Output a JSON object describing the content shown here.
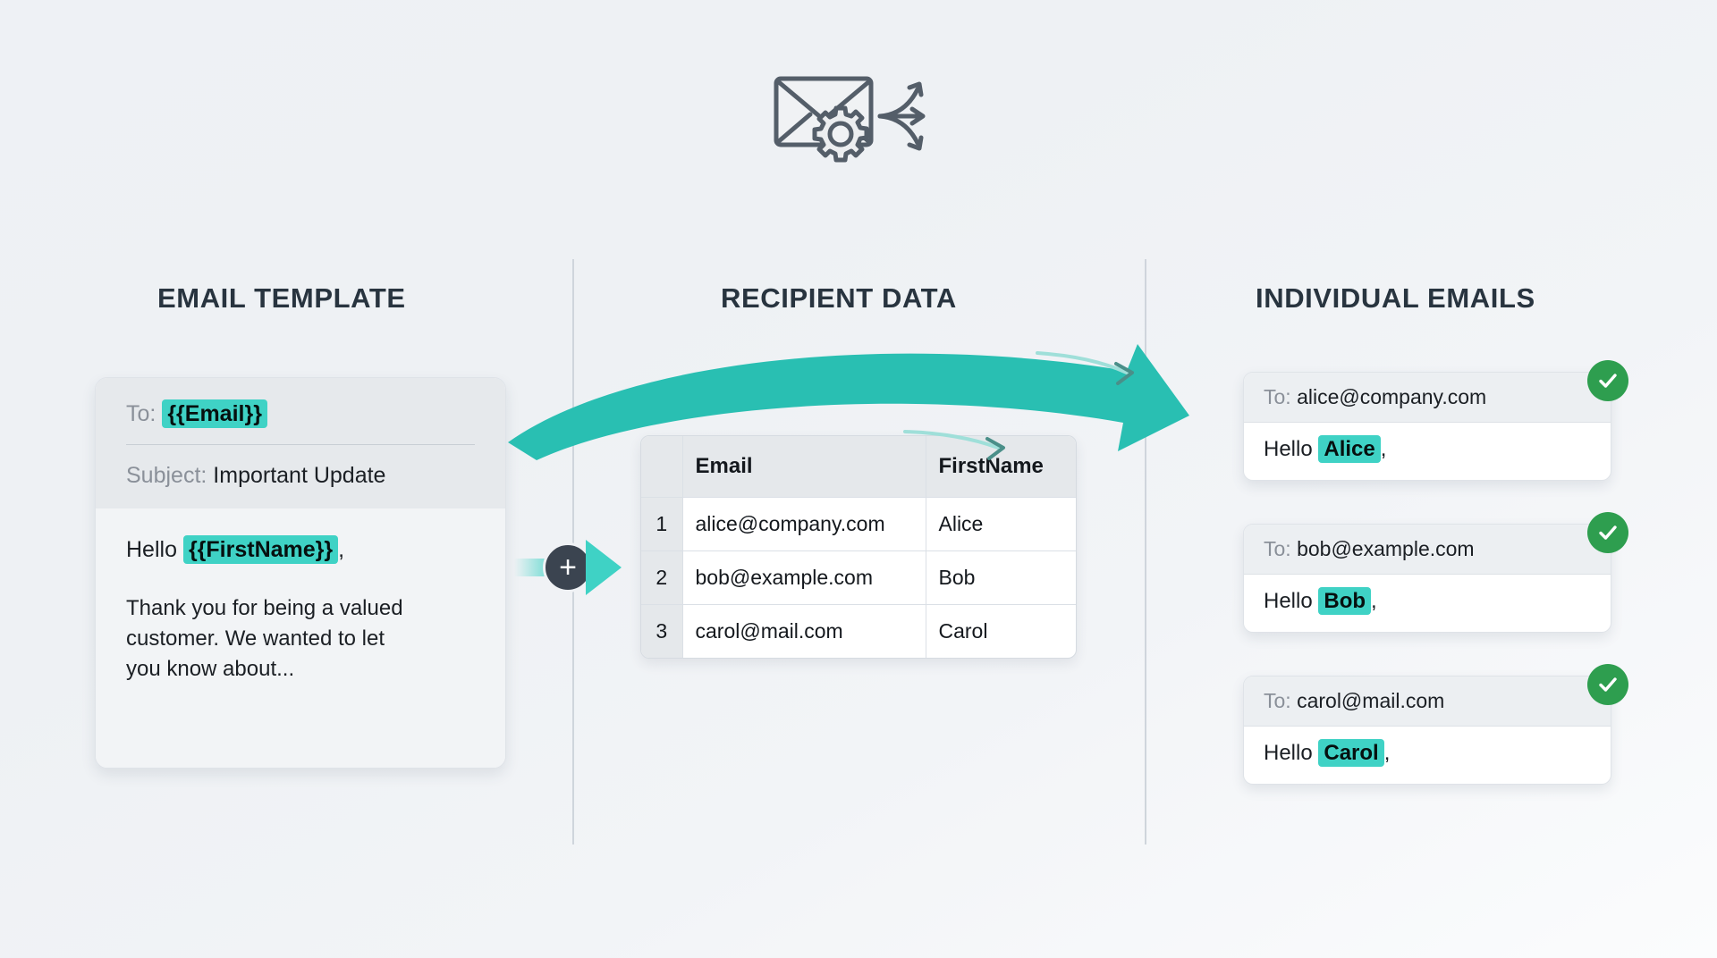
{
  "hero": {
    "icon_name": "envelope-gear-distribute-icon",
    "accent_color": "#3fd2c5",
    "ink_color": "#4a5560"
  },
  "columns": {
    "template_title": "EMAIL TEMPLATE",
    "recipient_title": "RECIPIENT DATA",
    "emails_title": "INDIVIDUAL EMAILS"
  },
  "template_card": {
    "to_label": "To:",
    "to_token": "{{Email}}",
    "subject_label": "Subject:",
    "subject_value": "Important Update",
    "greeting_prefix": "Hello",
    "greeting_token": "{{FirstName}}",
    "greeting_suffix": ",",
    "body_paragraph": "Thank you for being a valued customer. We wanted to let you know about..."
  },
  "merge_node": {
    "plus_label": "+",
    "badge_color": "#3b4450",
    "arrow_color": "#3fd2c5"
  },
  "recipient_table": {
    "headers": [
      "",
      "Email",
      "FirstName"
    ],
    "rows": [
      {
        "index": "1",
        "email": "alice@company.com",
        "first_name": "Alice"
      },
      {
        "index": "2",
        "email": "bob@example.com",
        "first_name": "Bob"
      },
      {
        "index": "3",
        "email": "carol@mail.com",
        "first_name": "Carol"
      }
    ]
  },
  "individual_emails": {
    "to_label": "To:",
    "greeting_prefix": "Hello",
    "greeting_suffix": ",",
    "status_icon": "check-circle-icon",
    "status_color": "#2e9e4f",
    "cards": [
      {
        "to": "alice@company.com",
        "name": "Alice"
      },
      {
        "to": "bob@example.com",
        "name": "Bob"
      },
      {
        "to": "carol@mail.com",
        "name": "Carol"
      }
    ]
  },
  "flow_arrow": {
    "icon_name": "curved-flow-arrow",
    "color": "#29bfb2"
  },
  "highlight_color": "#3fd2c5"
}
